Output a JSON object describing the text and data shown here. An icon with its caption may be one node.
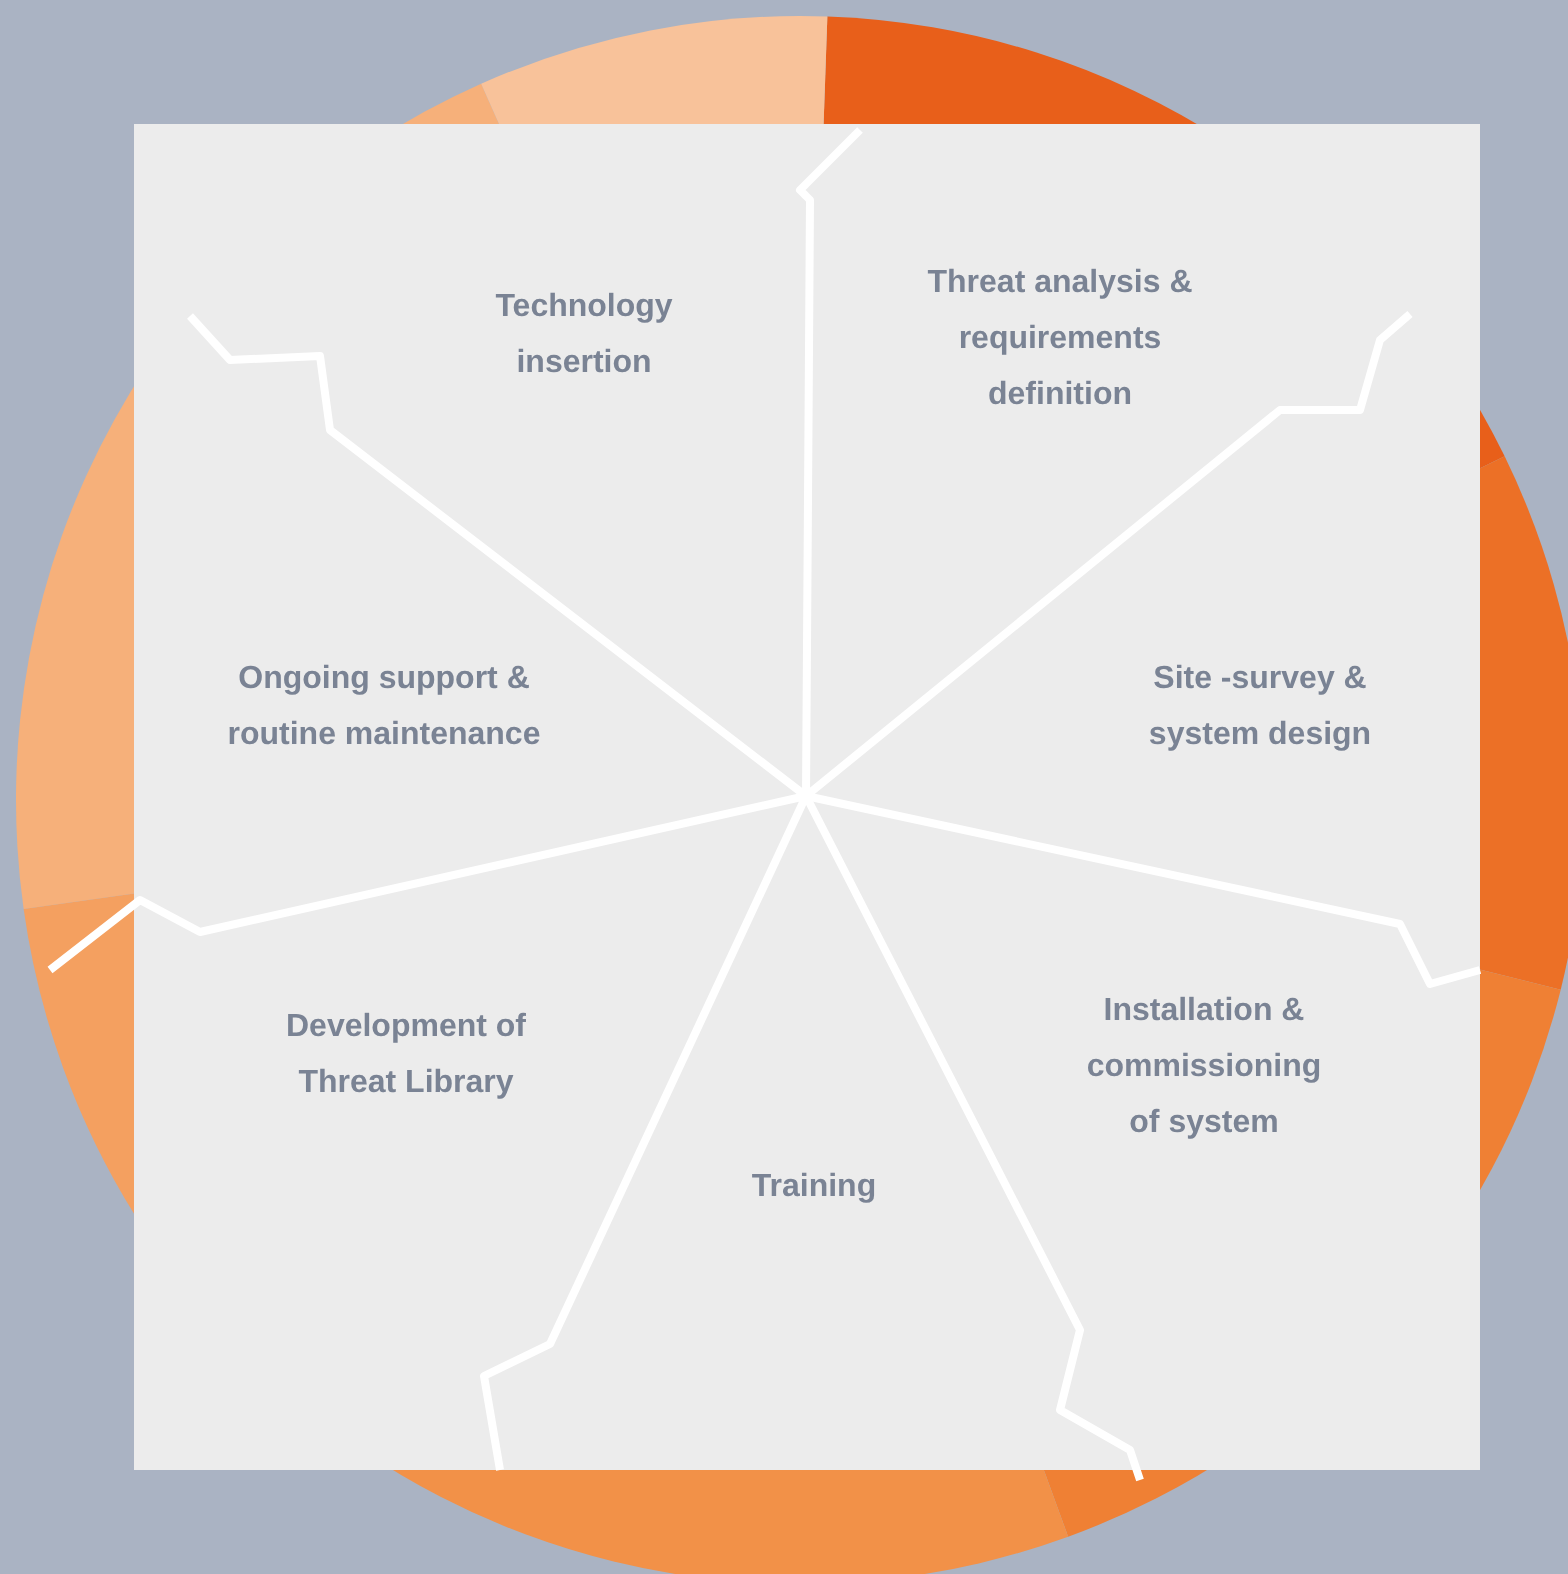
{
  "diagram": {
    "labels": [
      "Technology insertion",
      "Threat analysis & requirements definition",
      "Ongoing support & routine maintenance",
      "Site -survey & system design",
      "Development of Threat Library",
      "Installation & commissioning of system",
      "Training"
    ]
  }
}
